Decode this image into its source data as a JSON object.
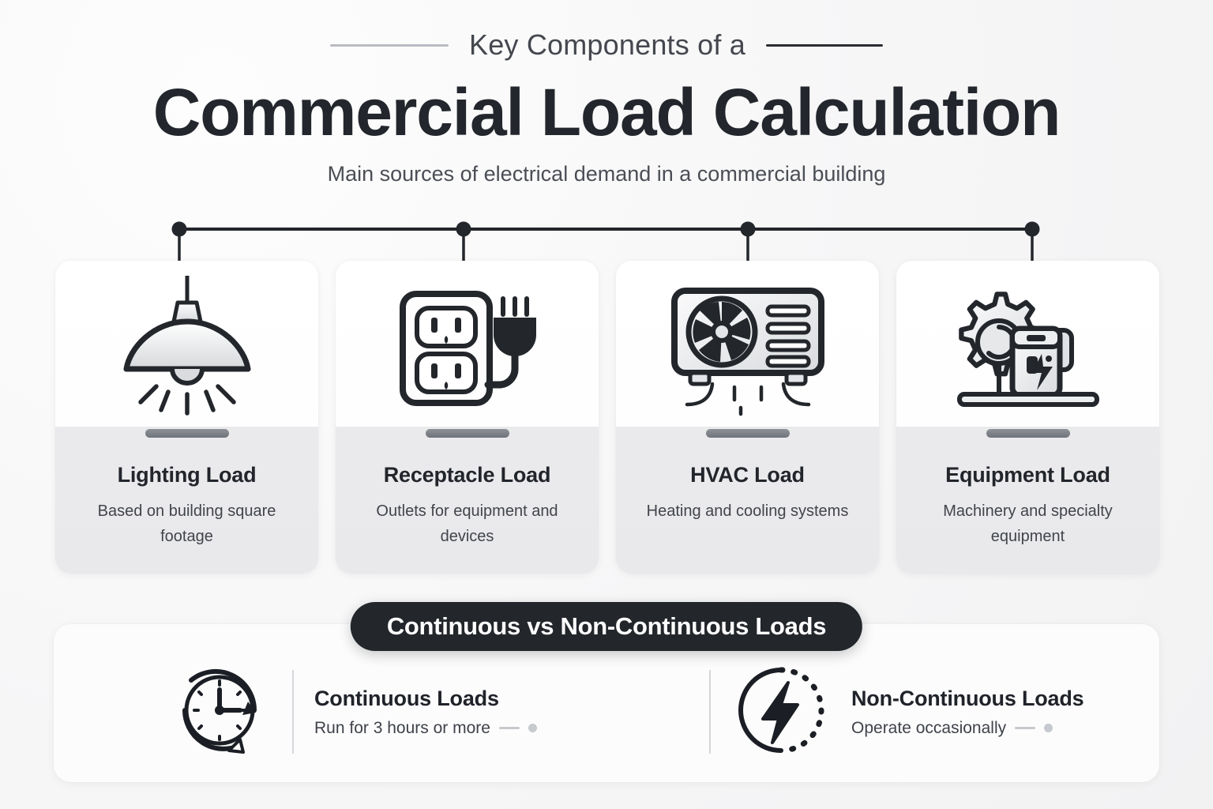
{
  "header": {
    "eyebrow": "Key Components of a",
    "title": "Commercial Load Calculation",
    "subtitle": "Main sources of electrical demand in a commercial building"
  },
  "cards": [
    {
      "icon": "pendant-lamp-icon",
      "title": "Lighting Load",
      "desc": "Based on building square footage"
    },
    {
      "icon": "duplex-outlet-plug-icon",
      "title": "Receptacle Load",
      "desc": "Outlets for equipment and devices"
    },
    {
      "icon": "hvac-condenser-icon",
      "title": "HVAC Load",
      "desc": "Heating and cooling systems"
    },
    {
      "icon": "gear-machine-bolt-icon",
      "title": "Equipment Load",
      "desc": "Machinery and specialty equipment"
    }
  ],
  "comparison": {
    "banner": "Continuous vs Non-Continuous Loads",
    "items": [
      {
        "icon": "clock-refresh-icon",
        "title": "Continuous Loads",
        "sub": "Run for 3 hours or more"
      },
      {
        "icon": "lightning-bolt-dotted-circle-icon",
        "title": "Non-Continuous Loads",
        "sub": "Operate occasionally"
      }
    ]
  },
  "colors": {
    "ink": "#23262c",
    "muted": "#41444b",
    "card_top": "#ffffff",
    "card_bottom": "#e9e9eb",
    "banner_bg": "#23262b",
    "accent_gray": "#c6c9ce",
    "page_bg": "#f7f7f8"
  }
}
